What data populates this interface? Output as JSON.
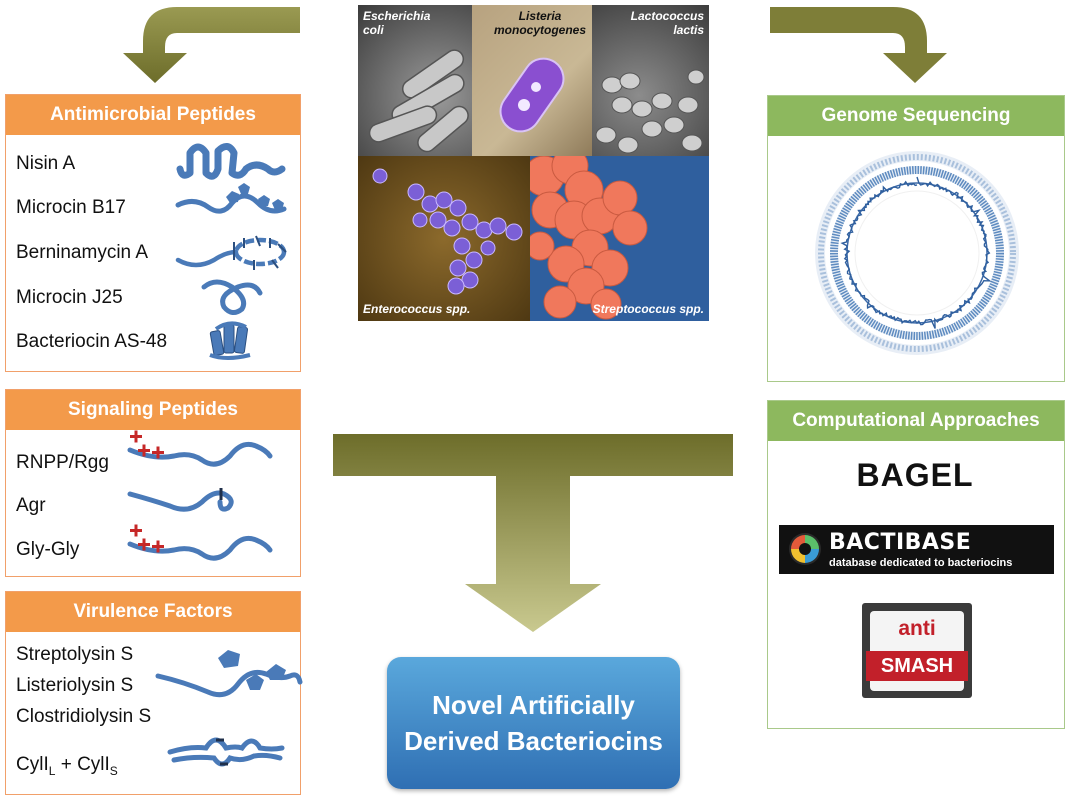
{
  "panels": {
    "antimicrobial": {
      "title": "Antimicrobial Peptides",
      "items": [
        "Nisin A",
        "Microcin B17",
        "Berninamycin A",
        "Microcin J25",
        "Bacteriocin AS-48"
      ]
    },
    "signaling": {
      "title": "Signaling Peptides",
      "items": [
        "RNPP/Rgg",
        "Agr",
        "Gly-Gly"
      ]
    },
    "virulence": {
      "title": "Virulence Factors",
      "items": [
        "Streptolysin S",
        "Listeriolysin S",
        "Clostridiolysin S"
      ],
      "cyl": {
        "base1": "CylI",
        "sub1": "L",
        "plus": " + CylI",
        "sub2": "S"
      }
    },
    "genome": {
      "title": "Genome Sequencing"
    },
    "computational": {
      "title": "Computational Approaches",
      "bagel": "BAGEL",
      "bactibase_title": "BACTIBASE",
      "bactibase_sub": "database dedicated to bacteriocins",
      "antismash_top": "anti",
      "antismash_bottom": "SMASH"
    }
  },
  "micrographs": {
    "ecoli_line1": "Escherichia",
    "ecoli_line2": "coli",
    "listeria_line1": "Listeria",
    "listeria_line2": "monocytogenes",
    "lacto_line1": "Lactococcus",
    "lacto_line2": "lactis",
    "enterococcus": "Enterococcus spp.",
    "streptococcus": "Streptococcus spp."
  },
  "result": {
    "line1": "Novel Artificially",
    "line2": "Derived Bacteriocins"
  },
  "colors": {
    "orange_header": "#f39a4a",
    "green_header": "#8db85e",
    "peptide_blue": "#4a7ab8",
    "arrow_olive": "#8a8a3e",
    "charge_red": "#c62828"
  }
}
